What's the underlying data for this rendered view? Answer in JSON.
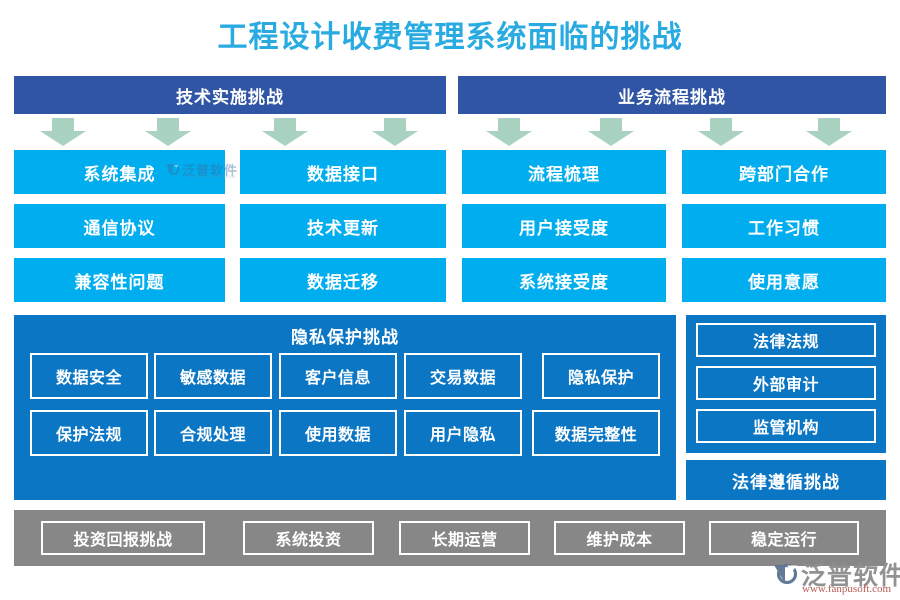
{
  "title": "工程设计收费管理系统面临的挑战",
  "colors": {
    "title": "#29abe2",
    "header_bar": "#2f55a4",
    "cyan_cell": "#00adef",
    "panel_blue": "#0b76c4",
    "bottom_bar": "#878787",
    "arrow": "#a9d3c0",
    "text": "#ffffff"
  },
  "headers": [
    {
      "label": "技术实施挑战"
    },
    {
      "label": "业务流程挑战"
    }
  ],
  "arrows_count": 8,
  "columns": [
    {
      "items": [
        "系统集成",
        "通信协议",
        "兼容性问题"
      ]
    },
    {
      "items": [
        "数据接口",
        "技术更新",
        "数据迁移"
      ]
    },
    {
      "items": [
        "流程梳理",
        "用户接受度",
        "系统接受度"
      ]
    },
    {
      "items": [
        "跨部门合作",
        "工作习惯",
        "使用意愿"
      ]
    }
  ],
  "privacy": {
    "title": "隐私保护挑战",
    "row1": [
      "数据安全",
      "敏感数据",
      "客户信息",
      "交易数据",
      "隐私保护"
    ],
    "row2": [
      "保护法规",
      "合规处理",
      "使用数据",
      "用户隐私",
      "数据完整性"
    ]
  },
  "legal": {
    "items": [
      "法律法规",
      "外部审计",
      "监管机构"
    ],
    "footer": "法律遵循挑战"
  },
  "bottom": {
    "items": [
      "投资回报挑战",
      "系统投资",
      "长期运营",
      "维护成本",
      "稳定运行"
    ]
  },
  "watermark": {
    "brand": "泛普软件",
    "url": "www.fanpusoft.com"
  }
}
